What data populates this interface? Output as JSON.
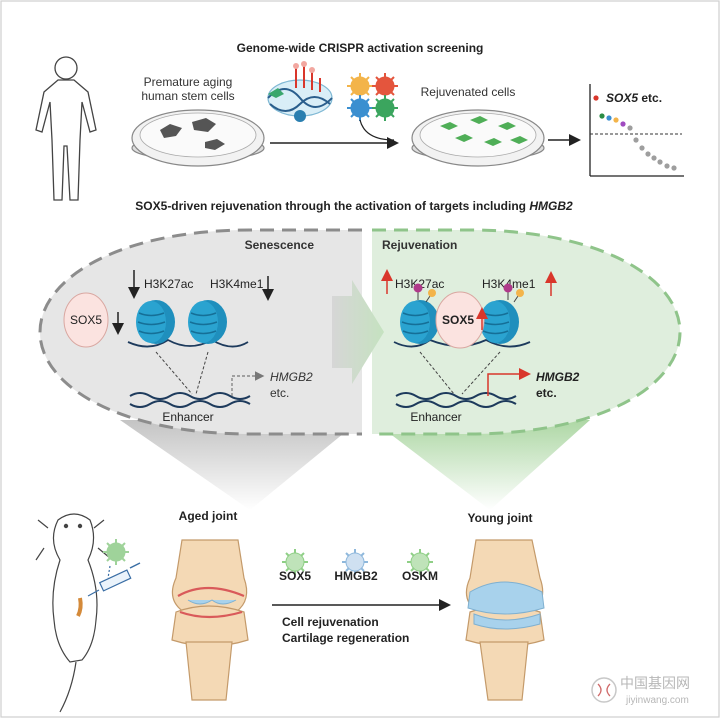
{
  "header": {
    "title": "Genome-wide CRISPR activation screening",
    "premature_line1": "Premature aging",
    "premature_line2": "human stem cells",
    "rejuvenated": "Rejuvenated cells",
    "hit_gene": "SOX5",
    "hit_suffix": " etc."
  },
  "middle": {
    "title_main": "SOX5-driven rejuvenation through the activation of targets including ",
    "title_gene": "HMGB2",
    "senescence": {
      "label": "Senescence",
      "mark1": "H3K27ac",
      "mark2": "H3K4me1",
      "tf": "SOX5",
      "target_gene": "HMGB2",
      "target_suffix": "etc.",
      "enhancer": "Enhancer"
    },
    "rejuvenation": {
      "label": "Rejuvenation",
      "mark1": "H3K27ac",
      "mark2": "H3K4me1",
      "tf": "SOX5",
      "target_gene": "HMGB2",
      "target_suffix": "etc.",
      "enhancer": "Enhancer"
    }
  },
  "bottom": {
    "aged": "Aged joint",
    "young": "Young joint",
    "vectors": [
      "SOX5",
      "HMGB2",
      "OSKM"
    ],
    "effect1": "Cell rejuvenation",
    "effect2": "Cartilage regeneration"
  },
  "watermark": {
    "cn": "中国基因网",
    "url": "jiyinwang.com"
  },
  "colors": {
    "grey_panel": "#e6e6e6",
    "green_panel": "#dfeedd",
    "nucleosome": "#2aa3d0",
    "arrow_red": "#d9362b",
    "virus_green": "#7fc77a",
    "virus_blue": "#8fb8dc",
    "cartilage": "#a8d2ec"
  }
}
